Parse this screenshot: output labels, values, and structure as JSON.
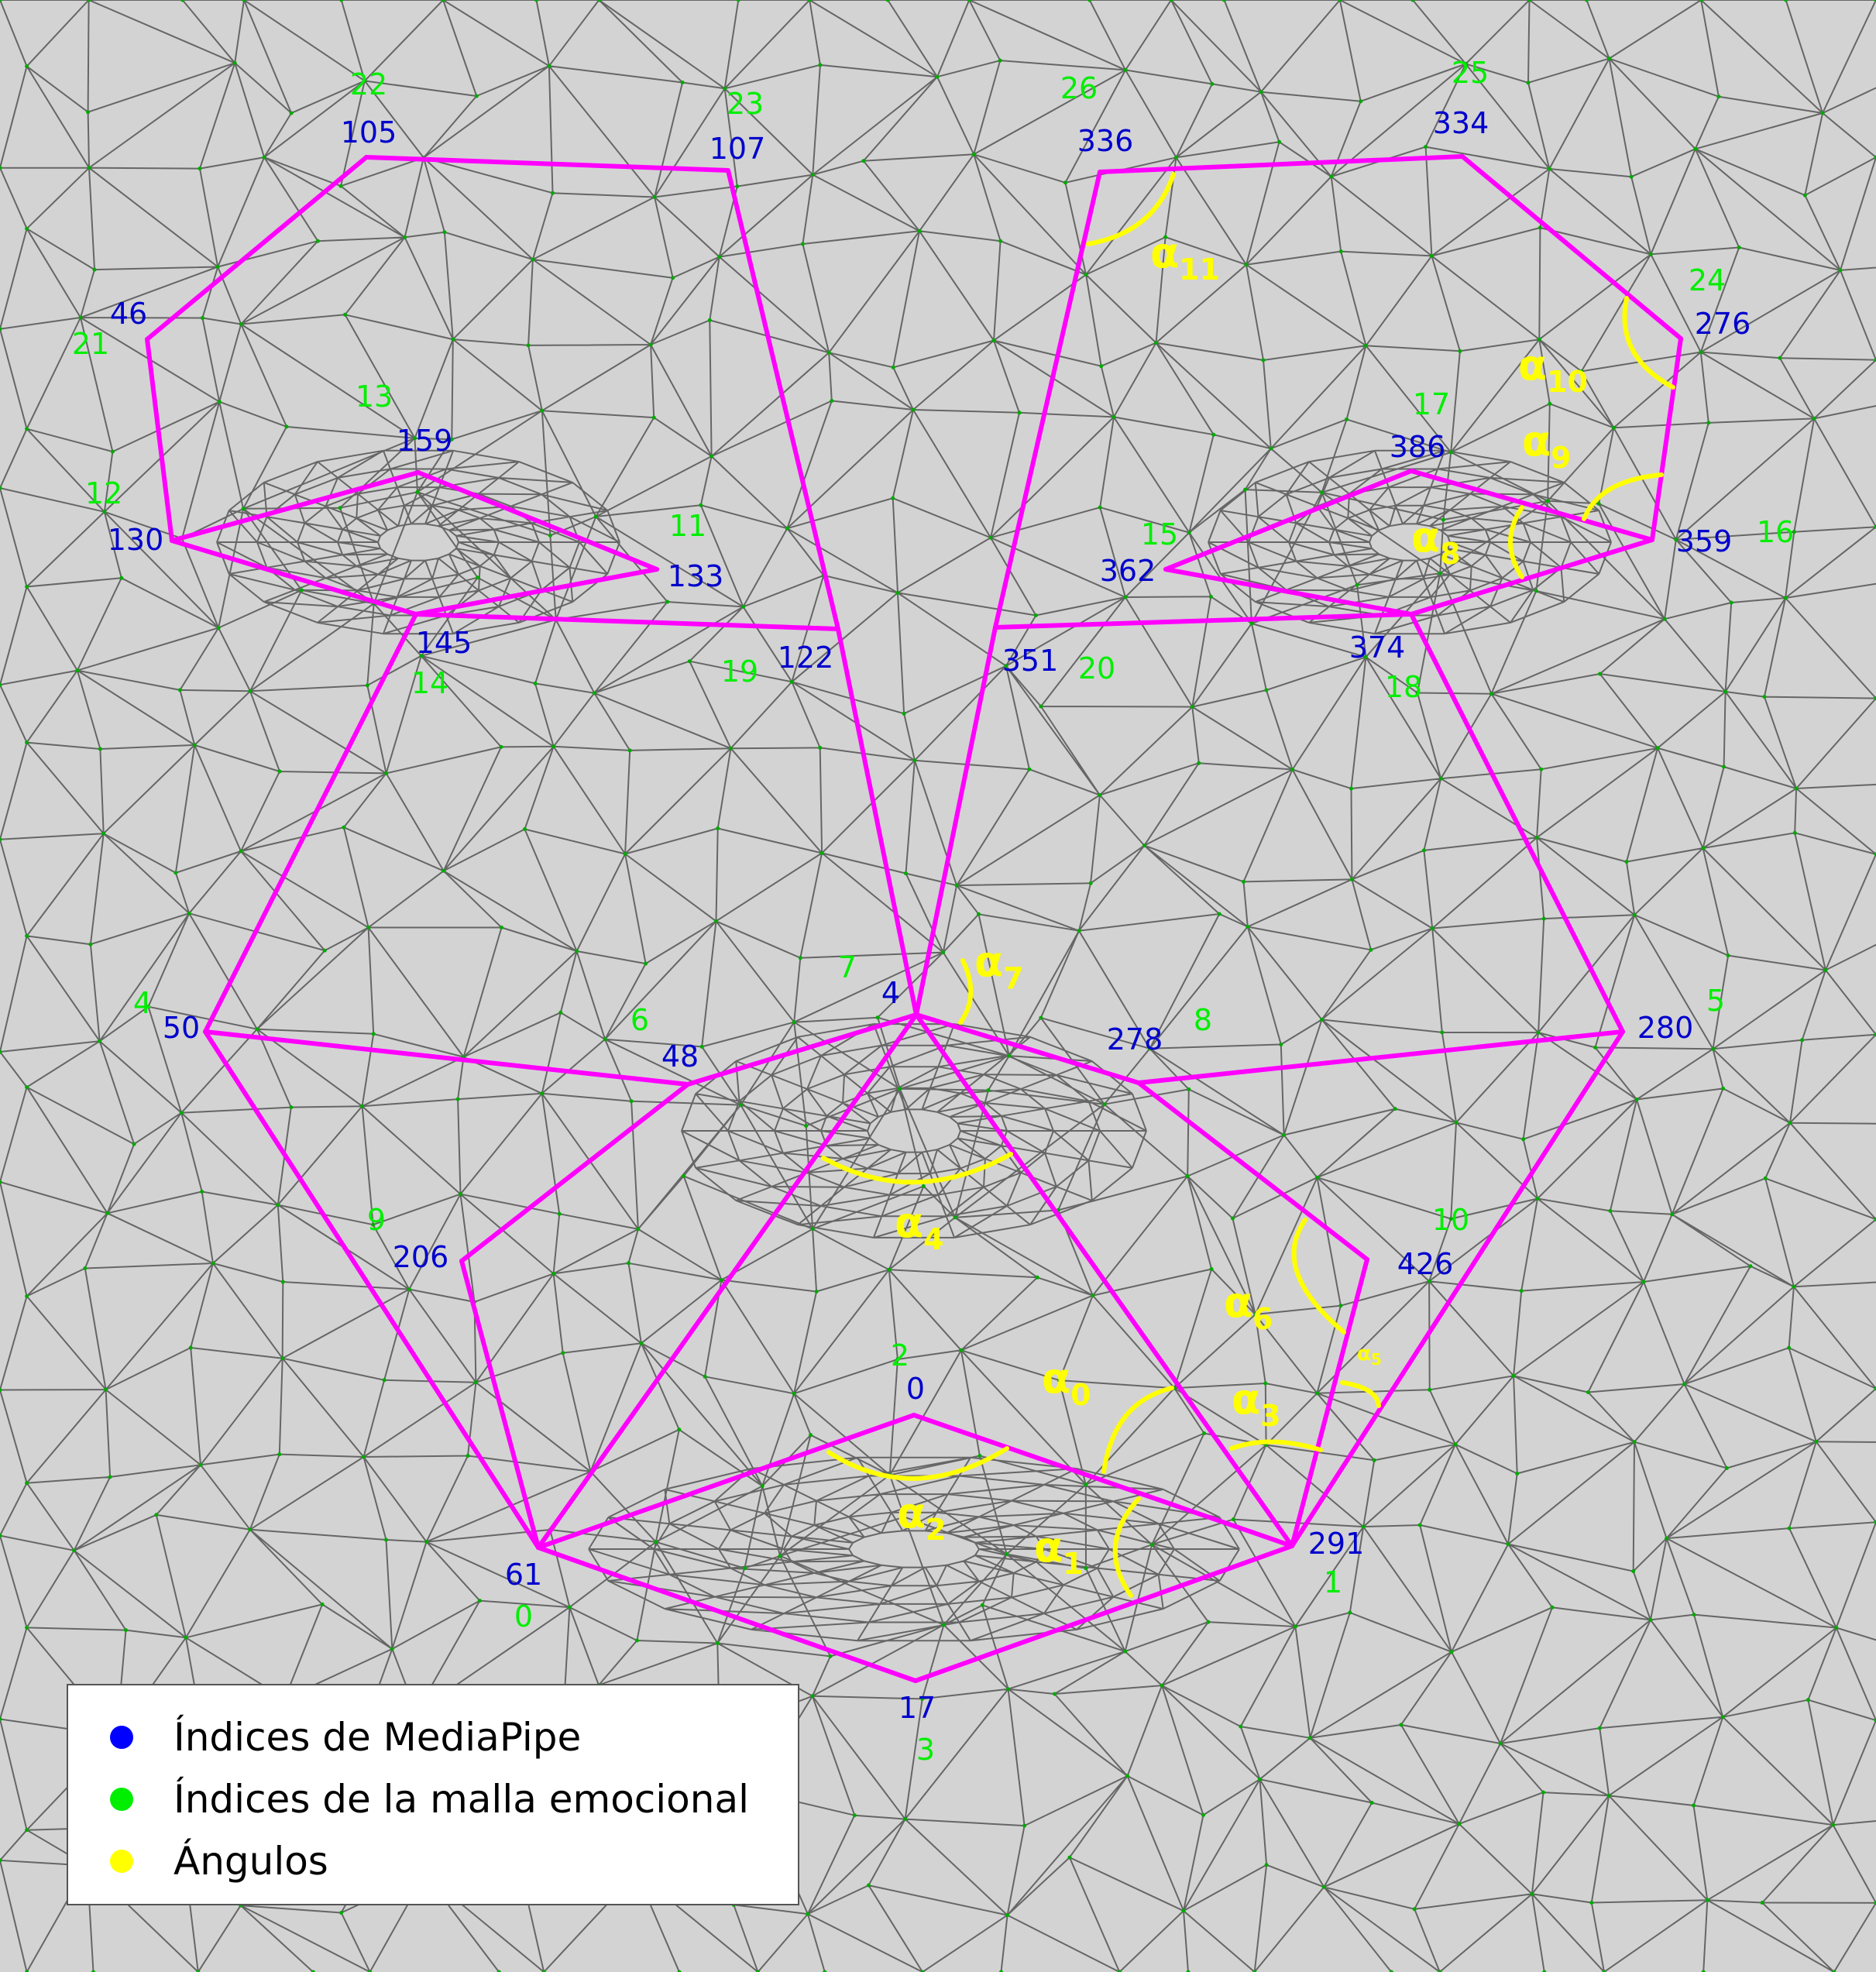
{
  "legend": {
    "items": [
      {
        "label": "Índices de MediaPipe",
        "color": "#0000ff"
      },
      {
        "label": "Índices de la malla emocional",
        "color": "#00ee00"
      },
      {
        "label": "Ángulos",
        "color": "#ffff00"
      }
    ]
  },
  "colors": {
    "background": "#d3d3d3",
    "mesh_lines": "#666666",
    "emotional_mesh": "#ff00ff",
    "mediapipe_index": "#0000cc",
    "emotional_index": "#00ee00",
    "angle": "#ffff00",
    "vertex_label": "#cc2222"
  },
  "landmarks": [
    {
      "mediapipe": "105",
      "emotional": "22"
    },
    {
      "mediapipe": "107",
      "emotional": "23"
    },
    {
      "mediapipe": "336",
      "emotional": "26"
    },
    {
      "mediapipe": "334",
      "emotional": "25"
    },
    {
      "mediapipe": "46",
      "emotional": "21"
    },
    {
      "mediapipe": "276",
      "emotional": "24"
    },
    {
      "mediapipe": "159",
      "emotional": "13"
    },
    {
      "mediapipe": "386",
      "emotional": "17"
    },
    {
      "mediapipe": "130",
      "emotional": "12"
    },
    {
      "mediapipe": "133",
      "emotional": "11"
    },
    {
      "mediapipe": "362",
      "emotional": "15"
    },
    {
      "mediapipe": "359",
      "emotional": "16"
    },
    {
      "mediapipe": "145",
      "emotional": "14"
    },
    {
      "mediapipe": "122",
      "emotional": "19"
    },
    {
      "mediapipe": "351",
      "emotional": "20"
    },
    {
      "mediapipe": "374",
      "emotional": "18"
    },
    {
      "mediapipe": "50",
      "emotional": "4"
    },
    {
      "mediapipe": "280",
      "emotional": "5"
    },
    {
      "mediapipe": "4",
      "emotional": "7"
    },
    {
      "mediapipe": "48",
      "emotional": "6"
    },
    {
      "mediapipe": "278",
      "emotional": "8"
    },
    {
      "mediapipe": "206",
      "emotional": "9"
    },
    {
      "mediapipe": "426",
      "emotional": "10"
    },
    {
      "mediapipe": "0",
      "emotional": "2"
    },
    {
      "mediapipe": "61",
      "emotional": "0"
    },
    {
      "mediapipe": "291",
      "emotional": "1"
    },
    {
      "mediapipe": "17",
      "emotional": "3"
    }
  ],
  "angles": [
    {
      "symbol": "α",
      "index": "0"
    },
    {
      "symbol": "α",
      "index": "1"
    },
    {
      "symbol": "α",
      "index": "2"
    },
    {
      "symbol": "α",
      "index": "3"
    },
    {
      "symbol": "α",
      "index": "4"
    },
    {
      "symbol": "α",
      "index": "5"
    },
    {
      "symbol": "α",
      "index": "6"
    },
    {
      "symbol": "α",
      "index": "7"
    },
    {
      "symbol": "α",
      "index": "8"
    },
    {
      "symbol": "α",
      "index": "9"
    },
    {
      "symbol": "α",
      "index": "10"
    },
    {
      "symbol": "α",
      "index": "11"
    }
  ]
}
